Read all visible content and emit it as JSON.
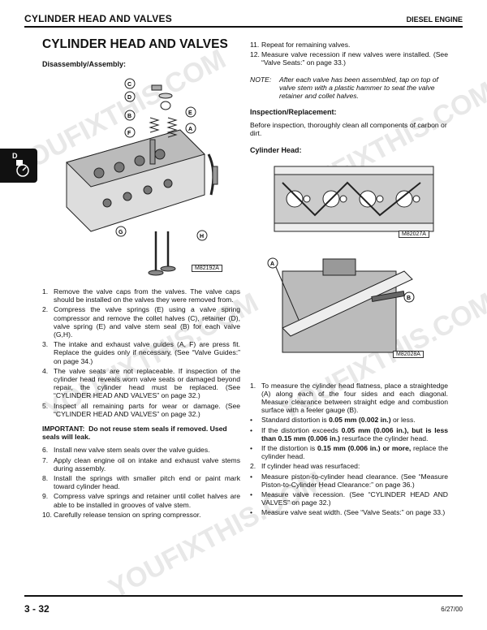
{
  "header": {
    "left": "CYLINDER HEAD AND VALVES",
    "right": "DIESEL ENGINE"
  },
  "tab": {
    "letter": "D"
  },
  "left": {
    "title": "CYLINDER HEAD AND VALVES",
    "subtitle": "Disassembly/Assembly:",
    "figure_id": "M82192A",
    "callouts": [
      "C",
      "D",
      "B",
      "E",
      "F",
      "A",
      "G",
      "H"
    ],
    "steps1": [
      "Remove the valve caps from the valves. The valve caps should be installed on the valves they were removed from.",
      "Compress the valve springs (E) using a valve spring compressor and remove the collet halves (C), retainer (D), valve spring (E) and valve stem seal (B) for each valve (G,H).",
      "The intake and exhaust valve guides (A, F) are press fit. Replace the guides only if necessary. (See “Valve Guides:” on page 34.)",
      "The valve seats are not replaceable. If inspection of the cylinder head reveals worn valve seats or damaged beyond repair, the cylinder head must be replaced. (See “CYLINDER HEAD AND VALVES” on page 32.)",
      "Inspect all remaining parts for wear or damage. (See “CYLINDER HEAD AND VALVES” on page 32.)"
    ],
    "important_key": "IMPORTANT:",
    "important_text": "Do not reuse stem seals if removed. Used seals will leak.",
    "steps2": [
      "Install new valve stem seals over the valve guides.",
      "Apply clean engine oil on intake and exhaust valve stems during assembly.",
      "Install the springs with smaller pitch end or paint mark toward cylinder head.",
      "Compress valve springs and retainer until collet halves are able to be installed in grooves of valve stem.",
      "Carefully release tension on spring compressor."
    ]
  },
  "right": {
    "steps": [
      "Repeat for remaining valves.",
      "Measure valve recession if new valves were installed. (See “Valve Seats:” on page 33.)"
    ],
    "note_key": "NOTE:",
    "note_text": "After each valve has been assembled, tap on top of valve stem with a plastic hammer to seat the valve retainer and collet halves.",
    "inspection_heading": "Inspection/Replacement:",
    "inspection_text": "Before inspection, thoroughly clean all components of carbon or dirt.",
    "cyl_heading": "Cylinder Head:",
    "fig1_id": "M82027A",
    "fig2_id": "M82028A",
    "fig2_callouts": [
      "A",
      "B"
    ],
    "measure_step": "To measure the cylinder head flatness, place a straightedge (A) along each of the four sides and each diagonal. Measure clearance between straight edge and combustion surface with a feeler gauge (B).",
    "bullets1": [
      {
        "pre": "Standard distortion is ",
        "bold": "0.05 mm (0.002 in.)",
        "post": " or less."
      },
      {
        "pre": "If the distortion exceeds ",
        "bold": "0.05 mm (0.006 in.), but is less than 0.15 mm (0.006 in.)",
        "post": " resurface the cylinder head."
      },
      {
        "pre": "If the distortion is ",
        "bold": "0.15 mm (0.006 in.) or more,",
        "post": " replace the cylinder head."
      }
    ],
    "step2": "If cylinder head was resurfaced:",
    "bullets2": [
      "Measure piston-to-cylinder head clearance. (See “Measure Piston-to-Cylinder Head Clearance:” on page 36.)",
      "Measure valve recession. (See “CYLINDER HEAD AND VALVES” on page 32.)",
      "Measure valve seat width. (See “Valve Seats:” on page 33.)"
    ]
  },
  "footer": {
    "page": "3 - 32",
    "date": "6/27/00"
  },
  "watermark": "YOUFIXTHIS.COM"
}
